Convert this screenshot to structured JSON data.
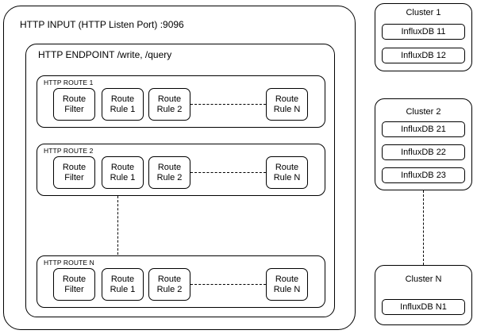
{
  "diagram": {
    "input_box": {
      "title": "HTTP  INPUT (HTTP Listen Port) :9096"
    },
    "endpoint_box": {
      "title": "HTTP ENDPOINT  /write, /query"
    },
    "routes": [
      {
        "label": "HTTP ROUTE 1",
        "nodes": [
          {
            "line1": "Route",
            "line2": "Filter"
          },
          {
            "line1": "Route",
            "line2": "Rule 1"
          },
          {
            "line1": "Route",
            "line2": "Rule 2"
          },
          {
            "line1": "Route",
            "line2": "Rule N"
          }
        ]
      },
      {
        "label": "HTTP ROUTE 2",
        "nodes": [
          {
            "line1": "Route",
            "line2": "Filter"
          },
          {
            "line1": "Route",
            "line2": "Rule 1"
          },
          {
            "line1": "Route",
            "line2": "Rule 2"
          },
          {
            "line1": "Route",
            "line2": "Rule N"
          }
        ]
      },
      {
        "label": "HTTP ROUTE N",
        "nodes": [
          {
            "line1": "Route",
            "line2": "Filter"
          },
          {
            "line1": "Route",
            "line2": "Rule 1"
          },
          {
            "line1": "Route",
            "line2": "Rule 2"
          },
          {
            "line1": "Route",
            "line2": "Rule N"
          }
        ]
      }
    ],
    "clusters": [
      {
        "title": "Cluster 1",
        "nodes": [
          "InfluxDB 11",
          "InfluxDB 12"
        ]
      },
      {
        "title": "Cluster 2",
        "nodes": [
          "InfluxDB 21",
          "InfluxDB 22",
          "InfluxDB 23"
        ]
      },
      {
        "title": "Cluster N",
        "nodes": [
          "InfluxDB N1"
        ]
      }
    ],
    "colors": {
      "stroke": "#000000",
      "background": "#ffffff",
      "text": "#000000"
    }
  }
}
